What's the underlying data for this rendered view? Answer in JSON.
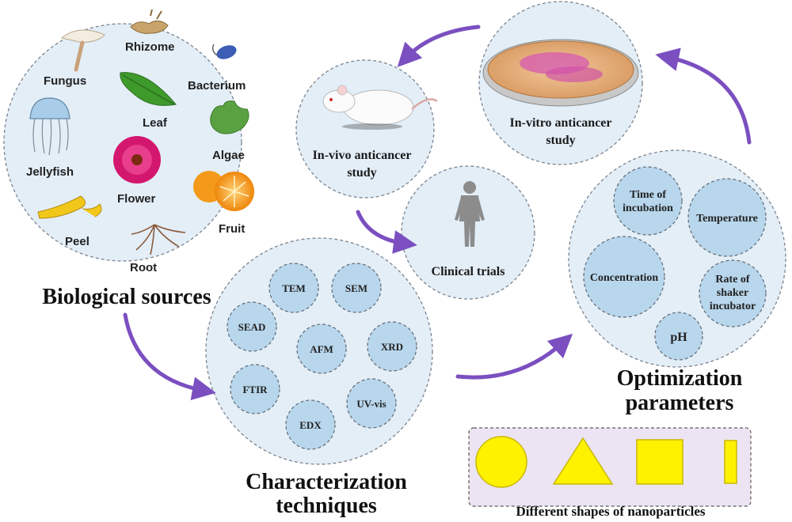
{
  "biological_sources": {
    "heading": "Biological sources",
    "items": [
      "Fungus",
      "Rhizome",
      "Bacterium",
      "Leaf",
      "Algae",
      "Jellyfish",
      "Flower",
      "Fruit",
      "Peel",
      "Root"
    ]
  },
  "characterization": {
    "heading_line1": "Characterization",
    "heading_line2": "techniques",
    "items": [
      "TEM",
      "SEM",
      "SEAD",
      "AFM",
      "XRD",
      "FTIR",
      "UV-vis",
      "EDX"
    ]
  },
  "optimization": {
    "heading_line1": "Optimization",
    "heading_line2": "parameters",
    "time": [
      "Time of",
      "incubation"
    ],
    "temperature": "Temperature",
    "concentration": "Concentration",
    "shaker": [
      "Rate of",
      "shaker",
      "incubator"
    ],
    "ph": "pH"
  },
  "studies": {
    "invitro": [
      "In-vitro anticancer",
      "study"
    ],
    "invivo": [
      "In-vivo anticancer",
      "study"
    ],
    "clinical": "Clinical trials"
  },
  "nanoparticles": {
    "label": "Different shapes of nanoparticles",
    "shapes": [
      "circle",
      "triangle",
      "square",
      "rod"
    ]
  },
  "colors": {
    "circle_fill": "#e3eef7",
    "small_circle_fill": "#b8d6ec",
    "arrow": "#7b4fc0",
    "nanoparticle": "#fff200"
  }
}
